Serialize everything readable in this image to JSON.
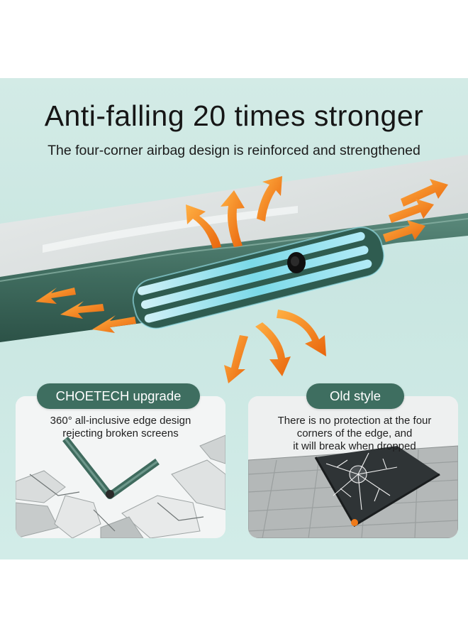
{
  "banner": {
    "headline": "Anti-falling 20 times stronger",
    "subheadline": "The four-corner airbag design is reinforced and strengthened"
  },
  "comparison": {
    "upgrade": {
      "badge": "CHOETECH upgrade",
      "line1": "360° all-inclusive edge design",
      "line2": "rejecting broken screens"
    },
    "old": {
      "badge": "Old style",
      "line1": "There is no protection at the four",
      "line2": "corners of the edge, and",
      "line3": "it will break when dropped"
    }
  },
  "colors": {
    "background": "#cde8e3",
    "case_green": "#3f6b5e",
    "badge_green": "#3e6e60",
    "arrow_orange": "#f0801e",
    "airbag_glow": "#7fe0f0"
  },
  "icons": [
    "impact-arrow-icon",
    "airbag-glow",
    "crack-icon"
  ]
}
